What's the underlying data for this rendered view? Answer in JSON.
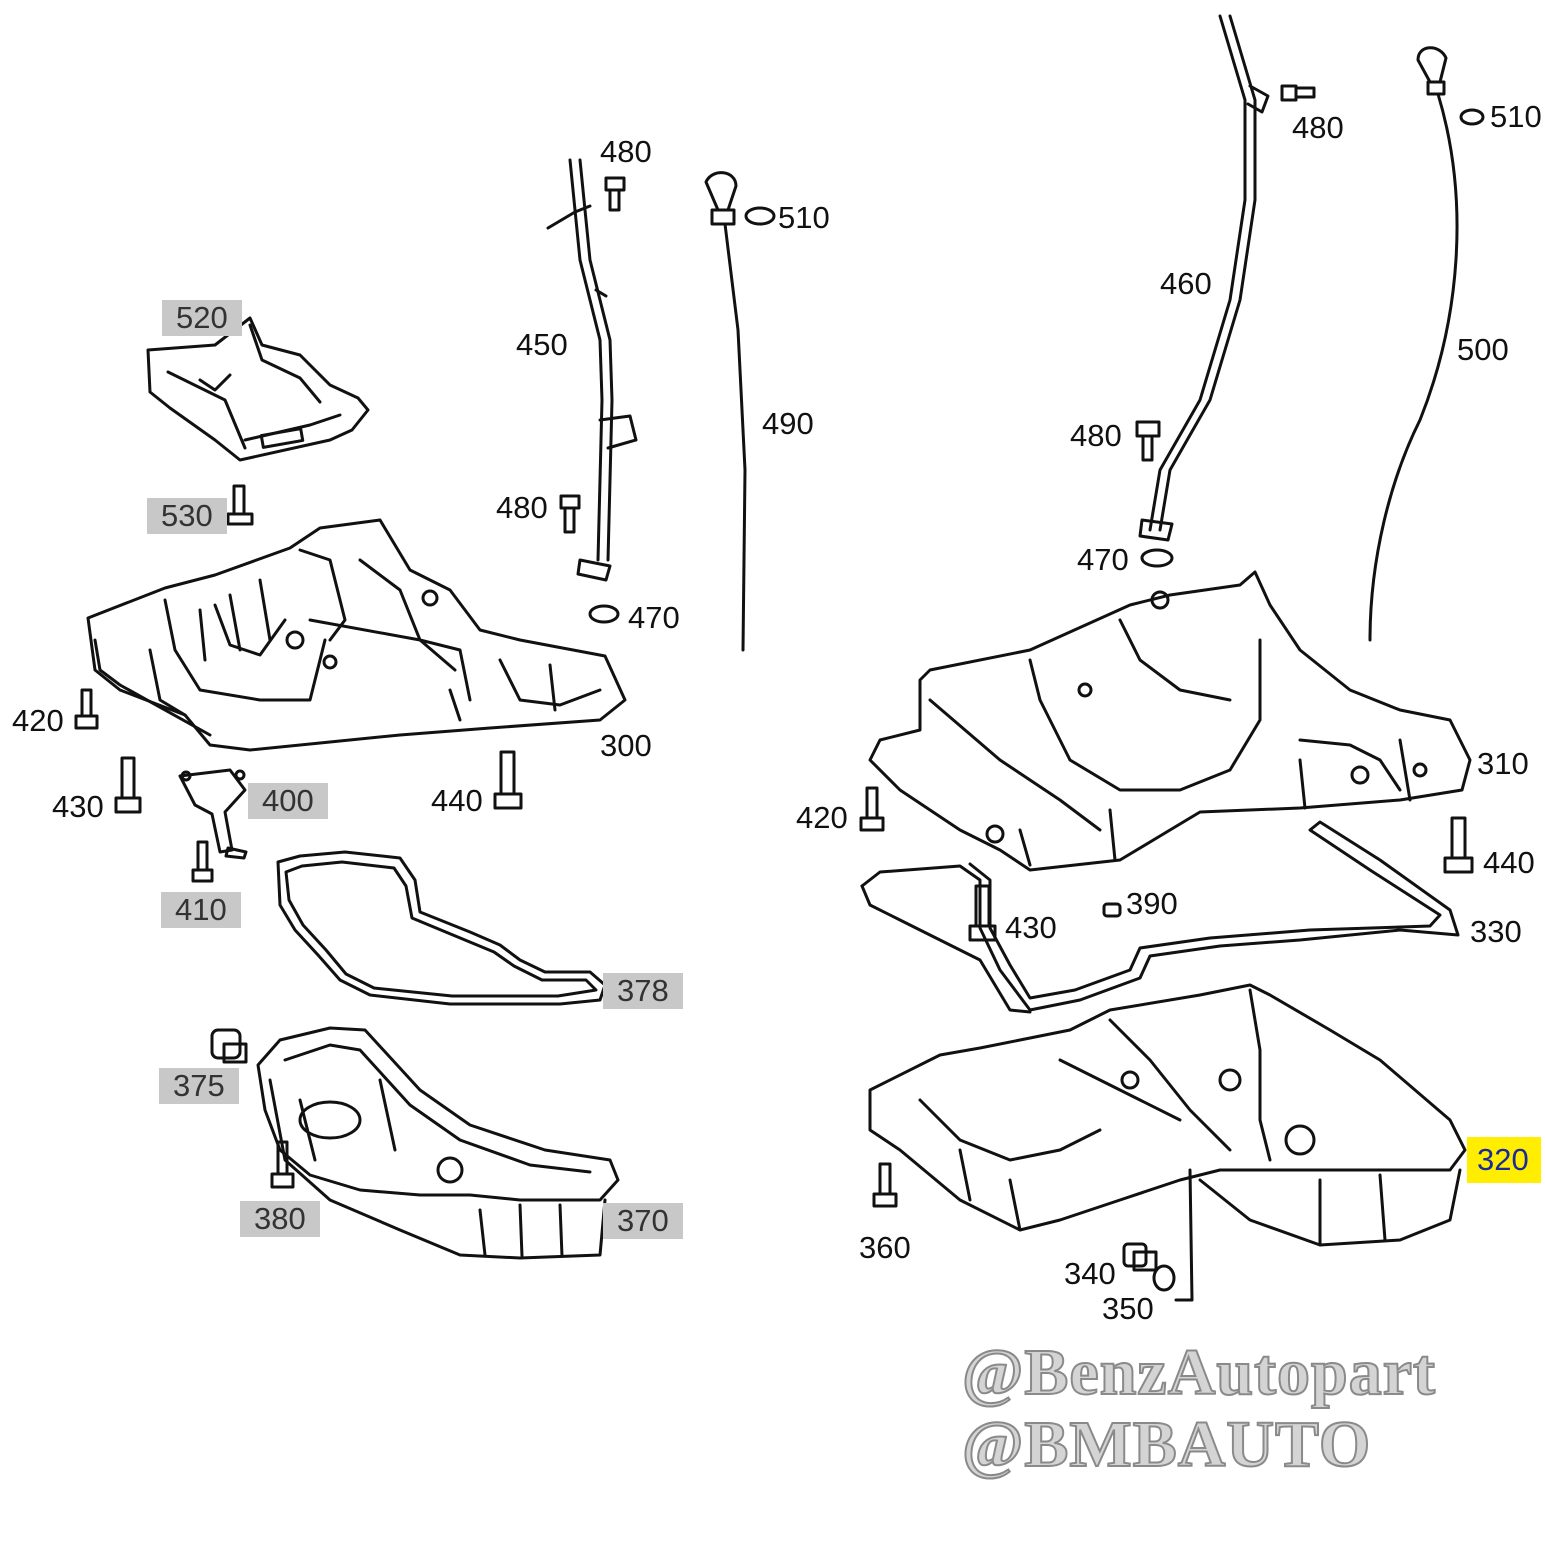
{
  "diagram": {
    "labels": [
      {
        "id": "l520",
        "text": "520",
        "style": "grey"
      },
      {
        "id": "l530",
        "text": "530",
        "style": "grey"
      },
      {
        "id": "l480a",
        "text": "480",
        "style": "plain"
      },
      {
        "id": "l510a",
        "text": "510",
        "style": "plain"
      },
      {
        "id": "l450",
        "text": "450",
        "style": "plain"
      },
      {
        "id": "l490",
        "text": "490",
        "style": "plain"
      },
      {
        "id": "l480b",
        "text": "480",
        "style": "plain"
      },
      {
        "id": "l470a",
        "text": "470",
        "style": "plain"
      },
      {
        "id": "l420a",
        "text": "420",
        "style": "plain"
      },
      {
        "id": "l300",
        "text": "300",
        "style": "plain"
      },
      {
        "id": "l430a",
        "text": "430",
        "style": "plain"
      },
      {
        "id": "l400",
        "text": "400",
        "style": "grey"
      },
      {
        "id": "l440a",
        "text": "440",
        "style": "plain"
      },
      {
        "id": "l410",
        "text": "410",
        "style": "grey"
      },
      {
        "id": "l378",
        "text": "378",
        "style": "grey"
      },
      {
        "id": "l375",
        "text": "375",
        "style": "grey"
      },
      {
        "id": "l380",
        "text": "380",
        "style": "grey"
      },
      {
        "id": "l370",
        "text": "370",
        "style": "grey"
      },
      {
        "id": "l480c",
        "text": "480",
        "style": "plain"
      },
      {
        "id": "l510b",
        "text": "510",
        "style": "plain"
      },
      {
        "id": "l460",
        "text": "460",
        "style": "plain"
      },
      {
        "id": "l500",
        "text": "500",
        "style": "plain"
      },
      {
        "id": "l480d",
        "text": "480",
        "style": "plain"
      },
      {
        "id": "l470b",
        "text": "470",
        "style": "plain"
      },
      {
        "id": "l310",
        "text": "310",
        "style": "plain"
      },
      {
        "id": "l420b",
        "text": "420",
        "style": "plain"
      },
      {
        "id": "l440b",
        "text": "440",
        "style": "plain"
      },
      {
        "id": "l390",
        "text": "390",
        "style": "plain"
      },
      {
        "id": "l430b",
        "text": "430",
        "style": "plain"
      },
      {
        "id": "l330",
        "text": "330",
        "style": "plain"
      },
      {
        "id": "l320",
        "text": "320",
        "style": "highlight"
      },
      {
        "id": "l360",
        "text": "360",
        "style": "plain"
      },
      {
        "id": "l340",
        "text": "340",
        "style": "plain"
      },
      {
        "id": "l350",
        "text": "350",
        "style": "plain"
      }
    ],
    "colors": {
      "line": "#111111",
      "grey_tag": "#c8c8c8",
      "highlight": "#ffee00",
      "highlight_text": "#1a2a9a"
    }
  },
  "watermark": {
    "line1": "@BenzAutopart",
    "line2": "@BMBAUTO"
  }
}
